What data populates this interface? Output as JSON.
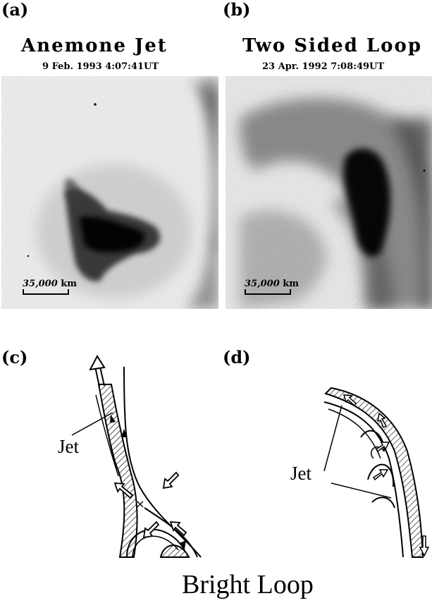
{
  "panels": {
    "a": {
      "tag": "(a)",
      "title": "Anemone Jet",
      "date": "9 Feb. 1993 4:07:41UT",
      "scale_value": "35,000",
      "scale_unit": "km"
    },
    "b": {
      "tag": "(b)",
      "title": "Two Sided Loop",
      "date": "23 Apr. 1992 7:08:49UT",
      "scale_value": "35,000",
      "scale_unit": "km"
    },
    "c": {
      "tag": "(c)",
      "jet_label": "Jet",
      "x_mark": "×"
    },
    "d": {
      "tag": "(d)",
      "jet_label": "Jet"
    }
  },
  "caption": "Bright Loop",
  "colors": {
    "ink": "#000000",
    "background": "#ffffff",
    "xray_dark": "#111111",
    "xray_mid": "#6a6a6a",
    "xray_light": "#d8d8d8"
  }
}
